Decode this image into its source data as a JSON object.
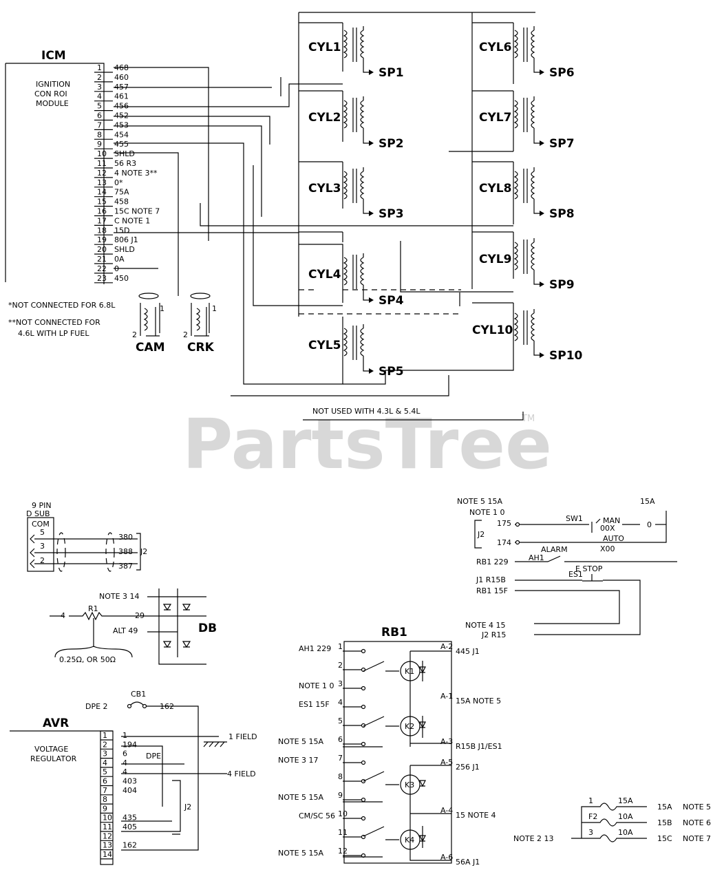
{
  "watermark": {
    "text": "PartsTree",
    "tm": "TM"
  },
  "icm": {
    "title": "ICM",
    "desc": [
      "IGNITION",
      "CON ROI",
      "MODULE"
    ],
    "pins": [
      {
        "n": "1",
        "w": "468"
      },
      {
        "n": "2",
        "w": "460"
      },
      {
        "n": "3",
        "w": "457"
      },
      {
        "n": "4",
        "w": "461"
      },
      {
        "n": "5",
        "w": "456"
      },
      {
        "n": "6",
        "w": "452"
      },
      {
        "n": "7",
        "w": "453"
      },
      {
        "n": "8",
        "w": "454"
      },
      {
        "n": "9",
        "w": "455"
      },
      {
        "n": "10",
        "w": "SHLD"
      },
      {
        "n": "11",
        "w": "56 R3"
      },
      {
        "n": "12",
        "w": "4 NOTE 3**"
      },
      {
        "n": "13",
        "w": "0*"
      },
      {
        "n": "14",
        "w": "75A"
      },
      {
        "n": "15",
        "w": "458"
      },
      {
        "n": "16",
        "w": "15C NOTE 7"
      },
      {
        "n": "17",
        "w": "C NOTE 1"
      },
      {
        "n": "18",
        "w": "15D"
      },
      {
        "n": "19",
        "w": "806 J1"
      },
      {
        "n": "20",
        "w": "SHLD"
      },
      {
        "n": "21",
        "w": "0A"
      },
      {
        "n": "22",
        "w": "0"
      },
      {
        "n": "23",
        "w": "450"
      }
    ],
    "notes": [
      "*NOT CONNECTED FOR 6.8L",
      "**NOT CONNECTED FOR",
      "4.6L WITH LP FUEL"
    ]
  },
  "sensors": {
    "cam": "CAM",
    "crk": "CRK",
    "pin1": "1",
    "pin2": "2"
  },
  "cylinders": [
    {
      "cyl": "CYL1",
      "sp": "SP1"
    },
    {
      "cyl": "CYL2",
      "sp": "SP2"
    },
    {
      "cyl": "CYL3",
      "sp": "SP3"
    },
    {
      "cyl": "CYL4",
      "sp": "SP4"
    },
    {
      "cyl": "CYL5",
      "sp": "SP5"
    },
    {
      "cyl": "CYL6",
      "sp": "SP6"
    },
    {
      "cyl": "CYL7",
      "sp": "SP7"
    },
    {
      "cyl": "CYL8",
      "sp": "SP8"
    },
    {
      "cyl": "CYL9",
      "sp": "SP9"
    },
    {
      "cyl": "CYL10",
      "sp": "SP10"
    }
  ],
  "not_used_note": "NOT USED WITH 4.3L & 5.4L",
  "dsub": {
    "title1": "9 PIN",
    "title2": "D SUB",
    "com": "COM",
    "pins": [
      "5",
      "3",
      "2"
    ],
    "wires": [
      "380",
      "388",
      "387"
    ],
    "conn": "J2"
  },
  "db": {
    "title": "DB",
    "r1": "R1",
    "note": "NOTE 3  14",
    "w29": "29",
    "alt": "ALT 49",
    "left": "4",
    "res": "0.25Ω, OR 50Ω"
  },
  "avr": {
    "title": "AVR",
    "desc": [
      "VOLTAGE",
      "REGULATOR"
    ],
    "pins": [
      "1",
      "2",
      "3",
      "4",
      "5",
      "6",
      "7",
      "8",
      "9",
      "10",
      "11",
      "12",
      "13",
      "14"
    ],
    "wires": [
      "1",
      "194",
      "6",
      "4",
      "4",
      "403",
      "404",
      "",
      "",
      "435",
      "405",
      "",
      "162",
      ""
    ],
    "dpe": "DPE  2",
    "cb1": "CB1",
    "w162": "162",
    "dpe_lbl": "DPE",
    "field1": "1 FIELD",
    "field4": "4 FIELD",
    "j2": "J2"
  },
  "switch": {
    "note_top": "NOTE 5 15A",
    "note1": "NOTE 1 0",
    "a15": "15A",
    "j2": "J2",
    "w175": "175",
    "w174": "174",
    "sw1": "SW1",
    "man": "MAN",
    "man_code": "00X",
    "auto": "AUTO",
    "auto_code": "X00",
    "zero": "0",
    "rb1_229": "RB1 229",
    "ah1": "AH1",
    "alarm": "ALARM",
    "es1": "ES1",
    "estop": "E STOP",
    "j1r15b": "J1 R15B",
    "rb1_15f": "RB1 15F",
    "note4": "NOTE 4 15",
    "j2r15": "J2 R15"
  },
  "rb1": {
    "title": "RB1",
    "left": [
      {
        "pin": "1",
        "label": "AH1 229"
      },
      {
        "pin": "2",
        "label": ""
      },
      {
        "pin": "3",
        "label": "NOTE 1 0"
      },
      {
        "pin": "4",
        "label": "ES1 15F"
      },
      {
        "pin": "5",
        "label": ""
      },
      {
        "pin": "6",
        "label": "NOTE 5 15A"
      },
      {
        "pin": "7",
        "label": "NOTE 3 17"
      },
      {
        "pin": "8",
        "label": ""
      },
      {
        "pin": "9",
        "label": "NOTE 5 15A"
      },
      {
        "pin": "10",
        "label": "CM/SC 56"
      },
      {
        "pin": "11",
        "label": ""
      },
      {
        "pin": "12",
        "label": "NOTE 5 15A"
      }
    ],
    "right": [
      {
        "pin": "A-2",
        "label": "445 J1"
      },
      {
        "pin": "A-1",
        "label": "15A NOTE 5"
      },
      {
        "pin": "A-3",
        "label": "R15B J1/ES1"
      },
      {
        "pin": "A-5",
        "label": "256 J1"
      },
      {
        "pin": "A-4",
        "label": "15 NOTE 4"
      },
      {
        "pin": "A-6",
        "label": "56A J1"
      }
    ],
    "relays": [
      "K1",
      "K2",
      "K3",
      "K4"
    ]
  },
  "fuses": {
    "in": "NOTE 2  13",
    "rows": [
      {
        "n": "1",
        "amp": "15A",
        "out": "15A",
        "note": "NOTE 5"
      },
      {
        "n": "F2",
        "amp": "10A",
        "out": "15B",
        "note": "NOTE 6"
      },
      {
        "n": "3",
        "amp": "10A",
        "out": "15C",
        "note": "NOTE 7"
      }
    ]
  }
}
